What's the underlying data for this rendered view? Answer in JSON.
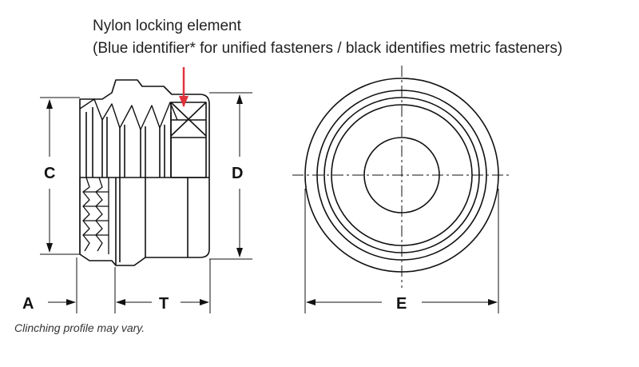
{
  "callout": {
    "title": "Nylon locking element",
    "subtitle": "(Blue identifier* for unified fasteners / black identifies metric fasteners)"
  },
  "dimensions": {
    "A": "A",
    "T": "T",
    "C": "C",
    "D": "D",
    "E": "E"
  },
  "caption": "Clinching profile may vary.",
  "colors": {
    "line": "#111111",
    "arrow_accent": "#e0323c"
  }
}
